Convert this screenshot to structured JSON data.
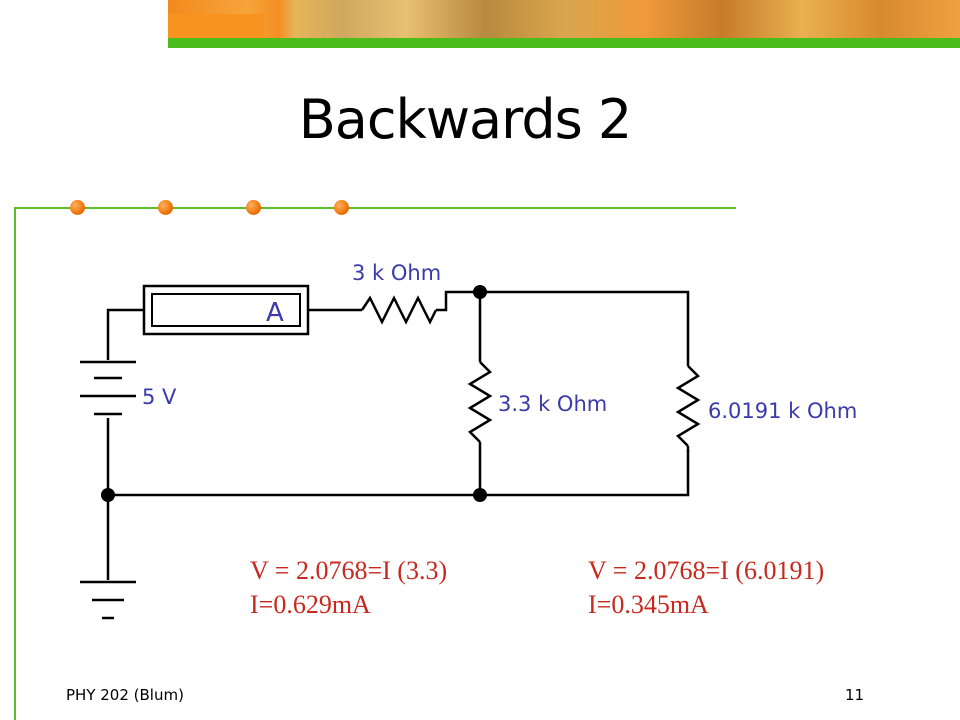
{
  "slide": {
    "title": "Backwards 2",
    "footer_left": "PHY 202 (Blum)",
    "page_number": "11"
  },
  "circuit": {
    "ammeter_label": "A",
    "battery_label": "5 V",
    "r1_label": "3 k Ohm",
    "r2_label": "3.3 k Ohm",
    "r3_label": "6.0191 k Ohm",
    "label_color": "#3a3aaa"
  },
  "equations": {
    "left_line1": "V = 2.0768=I (3.3)",
    "left_line2": "I=0.629mA",
    "right_line1": "V = 2.0768=I (6.0191)",
    "right_line2": "I=0.345mA",
    "color": "#c8281e"
  },
  "theme": {
    "accent_green": "#4cbc1c",
    "accent_orange": "#f7931e"
  }
}
